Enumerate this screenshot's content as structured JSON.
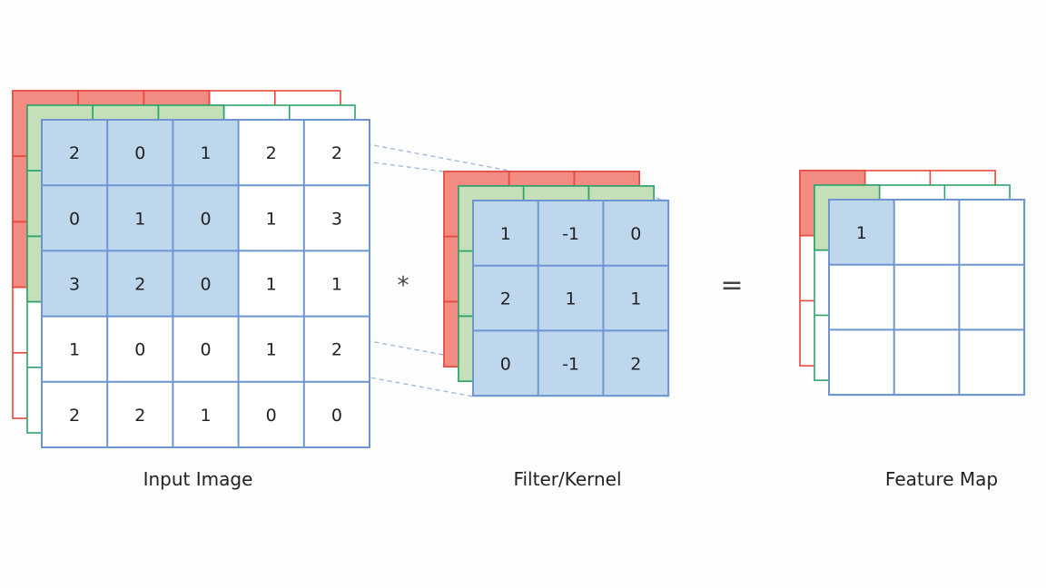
{
  "colors": {
    "red_layer": "#e8483f",
    "red_fill": "#f28b82",
    "green_layer": "#2ea36b",
    "green_fill": "#c5dfb9",
    "blue_layer": "#6d96d1",
    "blue_fill": "#bfd7ed",
    "guide_line": "#9db7d8",
    "text": "#222222"
  },
  "operators": {
    "multiply": "*",
    "equals": "="
  },
  "input": {
    "caption": "Input Image",
    "rows": [
      [
        "2",
        "0",
        "1",
        "2",
        "2"
      ],
      [
        "0",
        "1",
        "0",
        "1",
        "3"
      ],
      [
        "3",
        "2",
        "0",
        "1",
        "1"
      ],
      [
        "1",
        "0",
        "0",
        "1",
        "2"
      ],
      [
        "2",
        "2",
        "1",
        "0",
        "0"
      ]
    ],
    "highlight_rows": 3,
    "highlight_cols": 3
  },
  "kernel": {
    "caption": "Filter/Kernel",
    "rows": [
      [
        "1",
        "-1",
        "0"
      ],
      [
        "2",
        "1",
        "1"
      ],
      [
        "0",
        "-1",
        "2"
      ]
    ]
  },
  "feature_map": {
    "caption": "Feature Map",
    "rows": [
      [
        "1",
        "",
        ""
      ],
      [
        "",
        "",
        ""
      ],
      [
        "",
        "",
        ""
      ]
    ],
    "filled_cells": [
      [
        0,
        0
      ]
    ]
  }
}
